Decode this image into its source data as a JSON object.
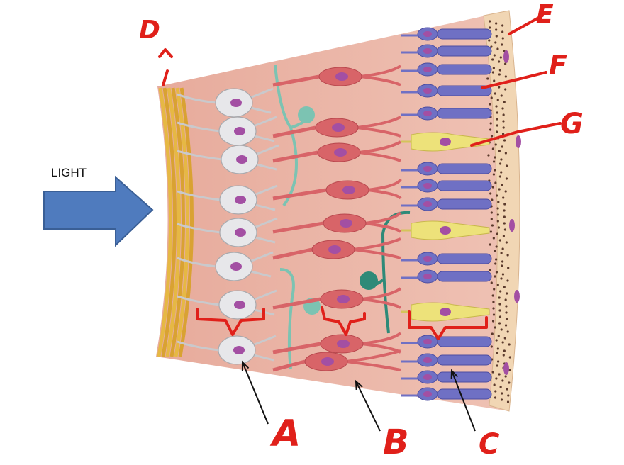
{
  "diagram": {
    "light_label": "LIGHT",
    "labels": {
      "A": "A",
      "B": "B",
      "C": "C",
      "D": "D",
      "E": "E",
      "F": "F",
      "G": "G"
    }
  },
  "colors": {
    "tissue": "#eab0a2",
    "nerve_fiber_layer": "#e6b844",
    "ganglion_cell": "#e7e7ea",
    "bipolar_cell": "#d86468",
    "horizontal_cell": "#7cc3b2",
    "amacrine_cell": "#2e8a78",
    "rod": "#6f70c4",
    "cone": "#ede27a",
    "pigment_epithelium": "#f1d6b4",
    "nucleus": "#a34fa3",
    "light_arrow": "#4f7bbe",
    "annotation": "#e0201a"
  }
}
